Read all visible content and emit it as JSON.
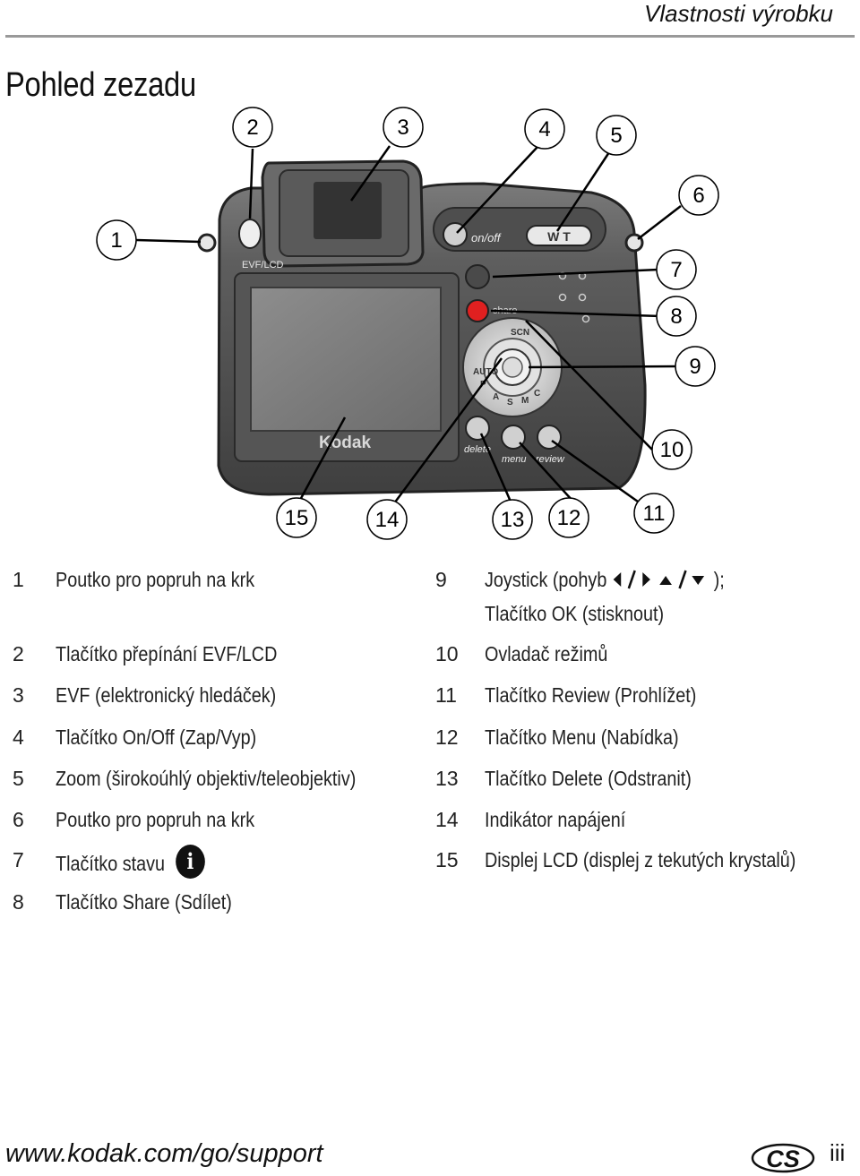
{
  "header": {
    "section": "Vlastnosti výrobku"
  },
  "title": "Pohled zezadu",
  "figure": {
    "callouts": [
      "1",
      "2",
      "3",
      "4",
      "5",
      "6",
      "7",
      "8",
      "9",
      "10",
      "11",
      "12",
      "13",
      "14",
      "15"
    ],
    "camera_labels": {
      "brand": "Kodak",
      "evf_lcd": "EVF/LCD",
      "on_off": "on/off",
      "zoom": "W T",
      "share": "share",
      "delete": "delete",
      "menu": "menu",
      "review": "review",
      "dial_modes": [
        "SCN",
        "AUTO",
        "P",
        "A",
        "S",
        "M",
        "C"
      ]
    }
  },
  "legend": {
    "left": [
      {
        "num": "1",
        "text": "Poutko pro popruh na krk"
      },
      {
        "num": "2",
        "text": "Tlačítko přepínání EVF/LCD"
      },
      {
        "num": "3",
        "text": "EVF (elektronický hledáček)"
      },
      {
        "num": "4",
        "text": "Tlačítko On/Off (Zap/Vyp)"
      },
      {
        "num": "5",
        "text": "Zoom (širokoúhlý objektiv/teleobjektiv)"
      },
      {
        "num": "6",
        "text": "Poutko pro popruh na krk"
      },
      {
        "num": "7",
        "text": "Tlačítko stavu"
      },
      {
        "num": "8",
        "text": "Tlačítko Share (Sdílet)"
      }
    ],
    "right": [
      {
        "num": "9",
        "text_a": "Joystick (pohyb",
        "text_b": ");",
        "text_line2": "Tlačítko OK (stisknout)"
      },
      {
        "num": "10",
        "text": "Ovladač režimů"
      },
      {
        "num": "11",
        "text": "Tlačítko Review (Prohlížet)"
      },
      {
        "num": "12",
        "text": "Tlačítko Menu (Nabídka)"
      },
      {
        "num": "13",
        "text": "Tlačítko Delete (Odstranit)"
      },
      {
        "num": "14",
        "text": "Indikátor napájení"
      },
      {
        "num": "15",
        "text": "Displej LCD (displej z tekutých krystalů)"
      }
    ]
  },
  "info_icon": "i",
  "footer": {
    "url": "www.kodak.com/go/support",
    "lang": "CS",
    "page": "iii"
  }
}
